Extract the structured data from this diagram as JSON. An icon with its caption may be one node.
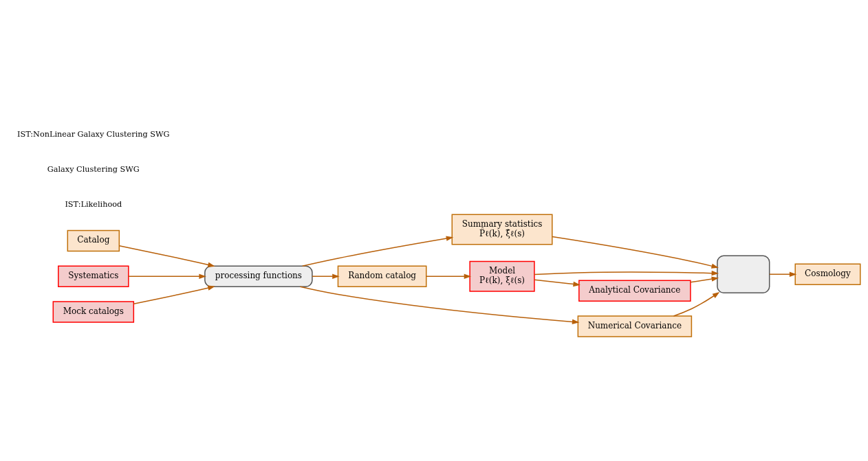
{
  "diagram": {
    "nodes": [
      {
        "text": [
          "Catalog"
        ]
      },
      {
        "text": [
          "processing functions"
        ]
      },
      {
        "text": [
          "Summary statistics",
          "P̂ℓ(k), ξ̂ℓ(s)"
        ]
      },
      {
        "text": [
          "Random catalog"
        ]
      },
      {
        "text": [
          "Numerical Covariance"
        ]
      },
      {
        "text": [],
        "shape": "box"
      },
      {
        "text": [
          "Cosmology"
        ]
      },
      {
        "text": [
          "Systematics"
        ]
      },
      {
        "text": [
          "Mock catalogs"
        ]
      },
      {
        "text": [
          "Model",
          "Pℓ(k), ξℓ(s)"
        ]
      },
      {
        "text": [
          "Analytical Covariance"
        ]
      }
    ],
    "edges": [
      {
        "from": 0,
        "to": 1,
        "arrow": "to"
      },
      {
        "from": 7,
        "to": 1,
        "arrow": "to"
      },
      {
        "from": 8,
        "to": 1,
        "arrow": "to"
      },
      {
        "from": 1,
        "to": 2,
        "arrow": "to"
      },
      {
        "from": 1,
        "to": 3,
        "arrow": "to"
      },
      {
        "from": 1,
        "to": 4,
        "arrow": "to"
      },
      {
        "from": 2,
        "to": 5,
        "arrow": "to"
      },
      {
        "from": 4,
        "to": 5,
        "arrow": "to"
      },
      {
        "from": 3,
        "to": 9,
        "arrow": "to"
      },
      {
        "from": 9,
        "to": 10,
        "arrow": "to"
      },
      {
        "from": 9,
        "to": 5,
        "arrow": "to"
      },
      {
        "from": 10,
        "to": 5,
        "arrow": "to"
      },
      {
        "from": 5,
        "to": 6,
        "arrow": "to"
      }
    ],
    "labels": [
      "IST:Likelihood",
      "Galaxy Clustering SWG",
      "IST:NonLinear Galaxy Clustering SWG"
    ]
  }
}
